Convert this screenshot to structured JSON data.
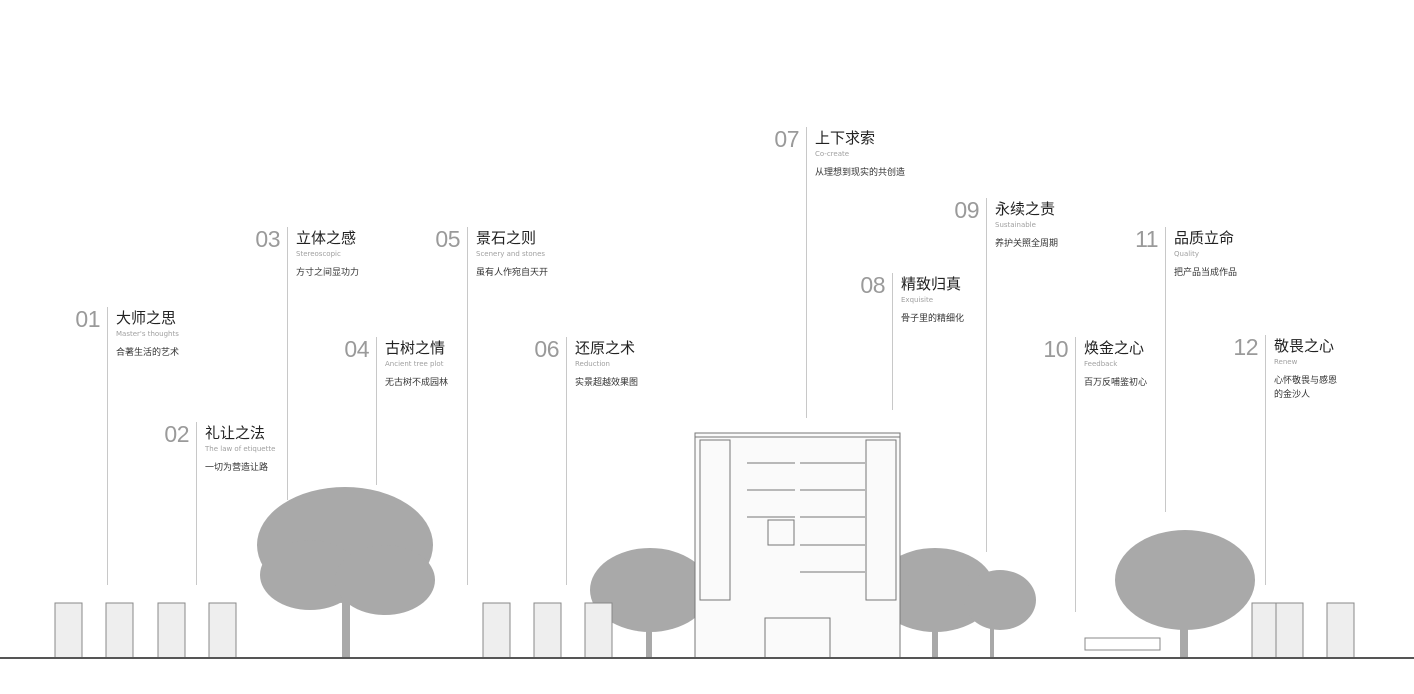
{
  "items": [
    {
      "num": "01",
      "title": "大师之思",
      "en": "Master's thoughts",
      "desc": [
        "合著生活的艺术"
      ]
    },
    {
      "num": "02",
      "title": "礼让之法",
      "en": "The law of etiquette",
      "desc": [
        "一切为营造让路"
      ]
    },
    {
      "num": "03",
      "title": "立体之感",
      "en": "Stereoscopic",
      "desc": [
        "方寸之间显功力"
      ]
    },
    {
      "num": "04",
      "title": "古树之情",
      "en": "Ancient tree plot",
      "desc": [
        "无古树不成园林"
      ]
    },
    {
      "num": "05",
      "title": "景石之则",
      "en": "Scenery and stones",
      "desc": [
        "虽有人作宛自天开"
      ]
    },
    {
      "num": "06",
      "title": "还原之术",
      "en": "Reduction",
      "desc": [
        "实景超越效果图"
      ]
    },
    {
      "num": "07",
      "title": "上下求索",
      "en": "Co-create",
      "desc": [
        "从理想到现实的共创造"
      ]
    },
    {
      "num": "08",
      "title": "精致归真",
      "en": "Exquisite",
      "desc": [
        "骨子里的精细化"
      ]
    },
    {
      "num": "09",
      "title": "永续之责",
      "en": "Sustainable",
      "desc": [
        "养护关照全周期"
      ]
    },
    {
      "num": "10",
      "title": "焕金之心",
      "en": "Feedback",
      "desc": [
        "百万反哺鉴初心"
      ]
    },
    {
      "num": "11",
      "title": "品质立命",
      "en": "Quality",
      "desc": [
        "把产品当成作品"
      ]
    },
    {
      "num": "12",
      "title": "敬畏之心",
      "en": "Renew",
      "desc": [
        "心怀敬畏与感恩",
        "的金沙人"
      ]
    }
  ]
}
